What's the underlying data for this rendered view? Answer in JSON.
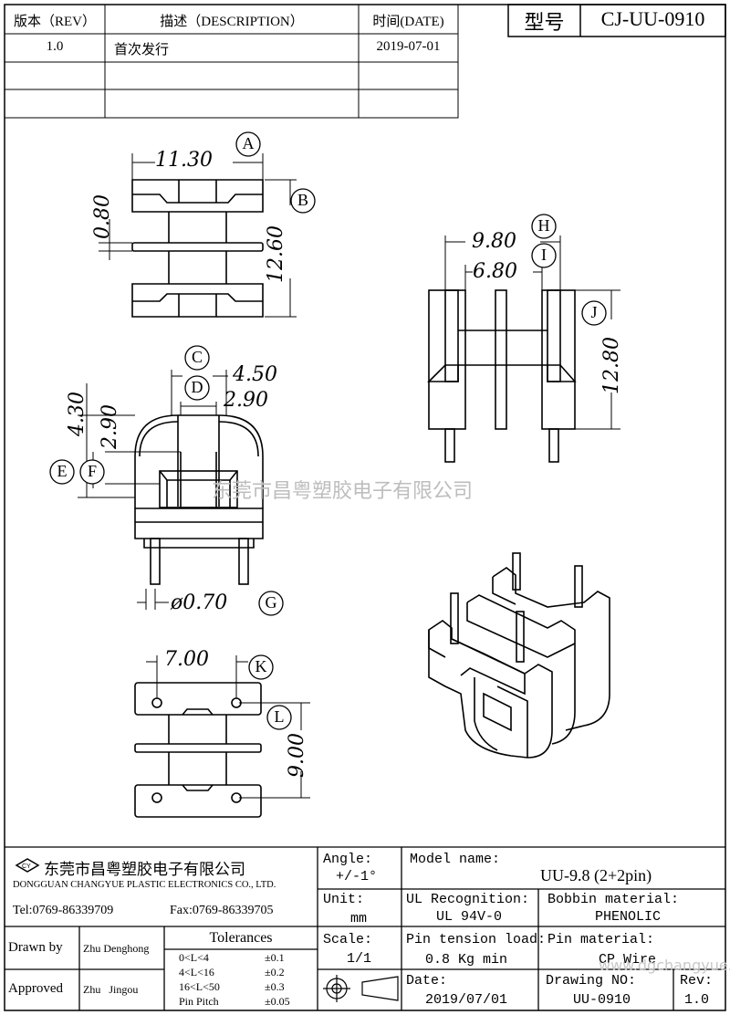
{
  "revision_table": {
    "headers": {
      "rev": "版本（REV）",
      "desc": "描述（DESCRIPTION）",
      "date": "时间(DATE)"
    },
    "rows": [
      {
        "rev": "1.0",
        "desc": "首次发行",
        "date": "2019-07-01"
      },
      {
        "rev": "",
        "desc": "",
        "date": ""
      },
      {
        "rev": "",
        "desc": "",
        "date": ""
      }
    ]
  },
  "model_box": {
    "label": "型号",
    "value": "CJ-UU-0910"
  },
  "dimensions": {
    "A": "11.30",
    "B": "12.60",
    "dim_080": "0.80",
    "C": "4.50",
    "D": "2.90",
    "E": "4.30",
    "F": "2.90",
    "G": "ø0.70",
    "H": "9.80",
    "I": "6.80",
    "J": "12.80",
    "K": "7.00",
    "L": "9.00"
  },
  "callouts": [
    "A",
    "B",
    "C",
    "D",
    "E",
    "F",
    "G",
    "H",
    "I",
    "J",
    "K",
    "L"
  ],
  "watermark_center": "东莞市昌粤塑胶电子有限公司",
  "watermark_corner": "www.dgchangyue.net",
  "title_block": {
    "company_cn": "东莞市昌粤塑胶电子有限公司",
    "company_en": "DONGGUAN CHANGYUE PLASTIC ELECTRONICS CO., LTD.",
    "tel": "Tel:0769-86339709",
    "fax": "Fax:0769-86339705",
    "angle_label": "Angle:",
    "angle_value": "+/-1°",
    "unit_label": "Unit:",
    "unit_value": "mm",
    "scale_label": "Scale:",
    "scale_value": "1/1",
    "model_name_label": "Model name:",
    "model_name_value": "UU-9.8 (2+2pin)",
    "ul_label": "UL Recognition:",
    "ul_value": "UL 94V-0",
    "bobbin_label": "Bobbin material:",
    "bobbin_value": "PHENOLIC",
    "pin_tension_label": "Pin tension load:",
    "pin_tension_value": "0.8 Kg min",
    "pin_material_label": "Pin material:",
    "pin_material_value": "CP Wire",
    "date_label": "Date:",
    "date_value": "2019/07/01",
    "drawing_no_label": "Drawing NO:",
    "drawing_no_value": "UU-0910",
    "rev_label": "Rev:",
    "rev_value": "1.0",
    "drawn_by_label": "Drawn by",
    "drawn_by_value": "Zhu Denghong",
    "approved_label": "Approved",
    "approved_value": "Zhu   Jingou",
    "tolerances_title": "Tolerances",
    "tolerances": [
      {
        "range": "0<L<4",
        "value": "±0.1"
      },
      {
        "range": "4<L<16",
        "value": "±0.2"
      },
      {
        "range": "16<L<50",
        "value": "±0.3"
      },
      {
        "range": "Pin Pitch",
        "value": "±0.05"
      }
    ]
  }
}
